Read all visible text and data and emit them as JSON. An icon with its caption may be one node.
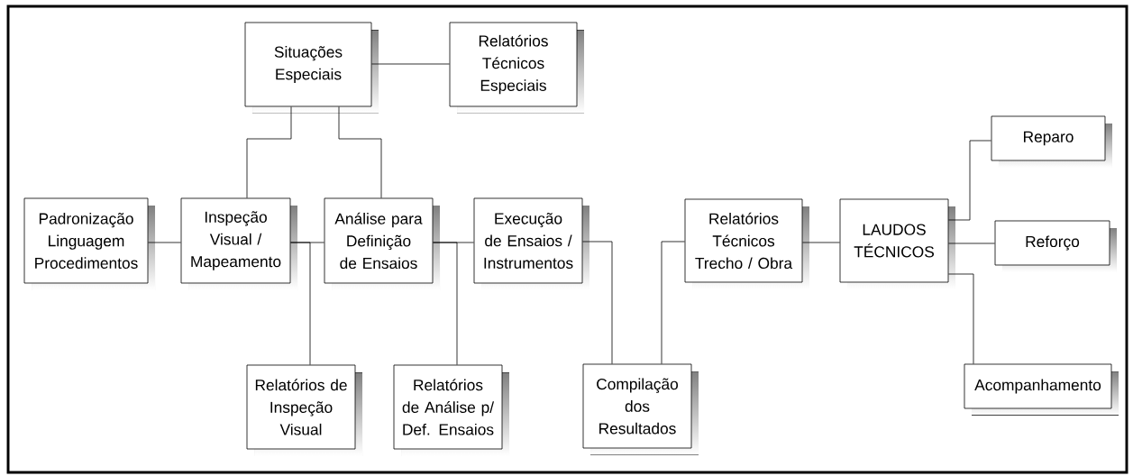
{
  "diagram": {
    "nodes": [
      {
        "text": [
          "Situações Especiais"
        ]
      },
      {
        "text": [
          "Relatórios Técnicos Especiais"
        ]
      },
      {
        "text": [
          "Padronização Linguagem Procedimentos"
        ]
      },
      {
        "text": [
          "Inspeção Visual / Mapeamento"
        ]
      },
      {
        "text": [
          "Análise para Definição de Ensaios"
        ]
      },
      {
        "text": [
          "Execução de Ensaios / Instrumentos"
        ]
      },
      {
        "text": [
          "Relatórios Técnicos Trecho / Obra"
        ]
      },
      {
        "text": [
          "LAUDOS TÉCNICOS"
        ]
      },
      {
        "text": [
          "Reparo"
        ]
      },
      {
        "text": [
          "Reforço"
        ]
      },
      {
        "text": [
          "Relatórios de Inspeção Visual"
        ]
      },
      {
        "text": [
          "Relatórios de Análise p/ Def. Ensaios"
        ]
      },
      {
        "text": [
          "Compilação dos Resultados"
        ]
      },
      {
        "text": [
          "Acompanhamento"
        ]
      }
    ],
    "edges": [
      {
        "from": 0,
        "to": 1,
        "arrow": "none"
      },
      {
        "from": 0,
        "to": 3,
        "arrow": "none"
      },
      {
        "from": 0,
        "to": 4,
        "arrow": "none"
      },
      {
        "from": 2,
        "to": 3,
        "arrow": "none"
      },
      {
        "from": 3,
        "to": 4,
        "arrow": "none"
      },
      {
        "from": 3,
        "to": 10,
        "arrow": "none"
      },
      {
        "from": 4,
        "to": 5,
        "arrow": "none"
      },
      {
        "from": 4,
        "to": 11,
        "arrow": "none"
      },
      {
        "from": 5,
        "to": 12,
        "arrow": "none"
      },
      {
        "from": 12,
        "to": 6,
        "arrow": "none"
      },
      {
        "from": 6,
        "to": 7,
        "arrow": "none"
      },
      {
        "from": 7,
        "to": 8,
        "arrow": "none"
      },
      {
        "from": 7,
        "to": 9,
        "arrow": "none"
      },
      {
        "from": 7,
        "to": 13,
        "arrow": "none"
      }
    ]
  }
}
